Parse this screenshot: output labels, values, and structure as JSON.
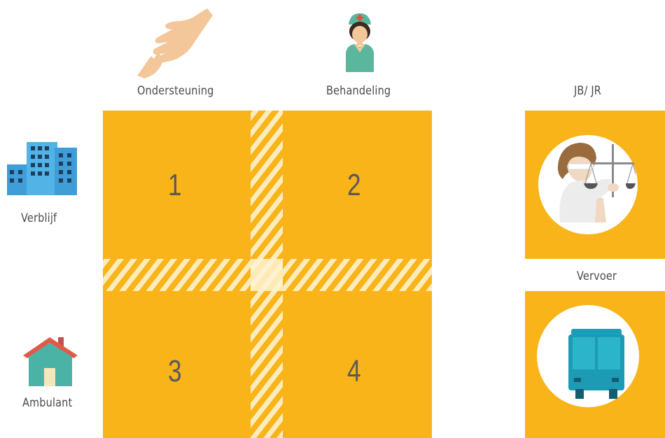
{
  "columns": {
    "ondersteuning": "Ondersteuning",
    "behandeling": "Behandeling",
    "jbjr": "JB/ JR"
  },
  "rows": {
    "verblijf": "Verblijf",
    "ambulant": "Ambulant"
  },
  "side": {
    "vervoer": "Vervoer"
  },
  "quadrants": [
    "1",
    "2",
    "3",
    "4"
  ],
  "icons": [
    "hand-icon",
    "nurse-icon",
    "buildings-icon",
    "house-icon",
    "justice-icon",
    "bus-icon"
  ],
  "colors": {
    "block": "#f8b418",
    "stripe": "#fcebbd",
    "text": "#4a4a4a"
  }
}
